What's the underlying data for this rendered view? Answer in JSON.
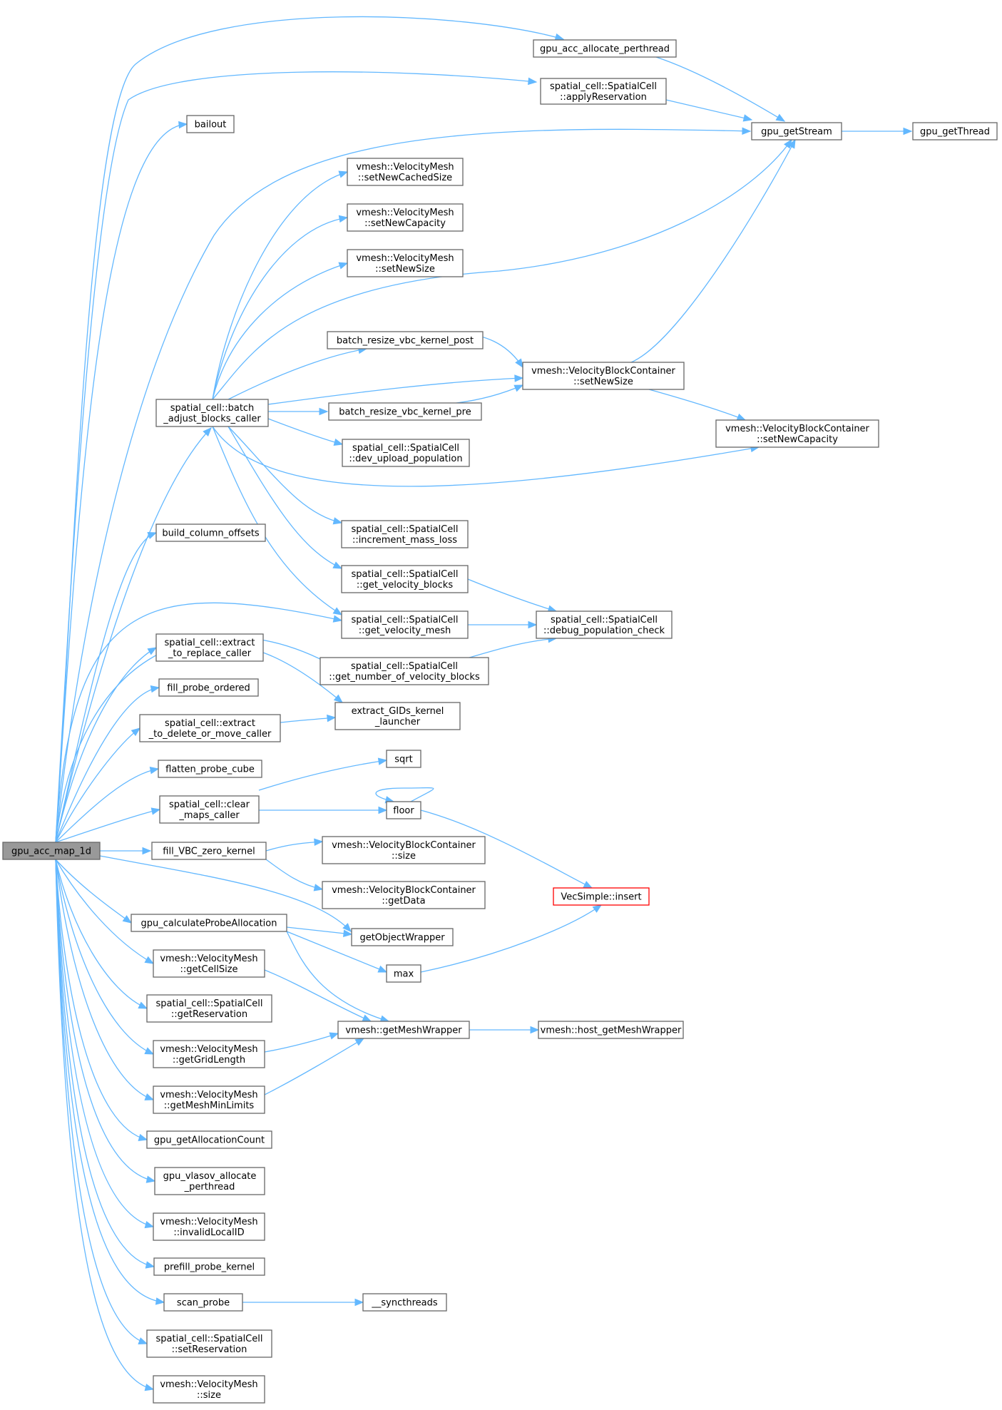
{
  "graph": {
    "colors": {
      "edge": "#63b8ff",
      "node_border": "#666666",
      "root_fill": "#999999",
      "missing_border": "#ff0000"
    },
    "nodes": [
      {
        "id": "root",
        "lines": [
          "gpu_acc_map_1d"
        ],
        "style": "root"
      },
      {
        "id": "alloc_pt",
        "lines": [
          "gpu_acc_allocate_perthread"
        ]
      },
      {
        "id": "applyRes",
        "lines": [
          "spatial_cell::SpatialCell",
          "::applyReservation"
        ]
      },
      {
        "id": "bailout",
        "lines": [
          "bailout"
        ]
      },
      {
        "id": "getStream",
        "lines": [
          "gpu_getStream"
        ]
      },
      {
        "id": "getThread",
        "lines": [
          "gpu_getThread"
        ]
      },
      {
        "id": "vm_cached",
        "lines": [
          "vmesh::VelocityMesh",
          "::setNewCachedSize"
        ]
      },
      {
        "id": "vm_cap",
        "lines": [
          "vmesh::VelocityMesh",
          "::setNewCapacity"
        ]
      },
      {
        "id": "vm_size",
        "lines": [
          "vmesh::VelocityMesh",
          "::setNewSize"
        ]
      },
      {
        "id": "brk_post",
        "lines": [
          "batch_resize_vbc_kernel_post"
        ]
      },
      {
        "id": "vbc_size",
        "lines": [
          "vmesh::VelocityBlockContainer",
          "::setNewSize"
        ]
      },
      {
        "id": "batch",
        "lines": [
          "spatial_cell::batch",
          "_adjust_blocks_caller"
        ]
      },
      {
        "id": "brk_pre",
        "lines": [
          "batch_resize_vbc_kernel_pre"
        ]
      },
      {
        "id": "vbc_cap",
        "lines": [
          "vmesh::VelocityBlockContainer",
          "::setNewCapacity"
        ]
      },
      {
        "id": "dev_upload",
        "lines": [
          "spatial_cell::SpatialCell",
          "::dev_upload_population"
        ]
      },
      {
        "id": "build_col",
        "lines": [
          "build_column_offsets"
        ]
      },
      {
        "id": "inc_mass",
        "lines": [
          "spatial_cell::SpatialCell",
          "::increment_mass_loss"
        ]
      },
      {
        "id": "get_vb",
        "lines": [
          "spatial_cell::SpatialCell",
          "::get_velocity_blocks"
        ]
      },
      {
        "id": "get_vm",
        "lines": [
          "spatial_cell::SpatialCell",
          "::get_velocity_mesh"
        ]
      },
      {
        "id": "dbg_pop",
        "lines": [
          "spatial_cell::SpatialCell",
          "::debug_population_check"
        ]
      },
      {
        "id": "ext_rep",
        "lines": [
          "spatial_cell::extract",
          "_to_replace_caller"
        ]
      },
      {
        "id": "get_num",
        "lines": [
          "spatial_cell::SpatialCell",
          "::get_number_of_velocity_blocks"
        ]
      },
      {
        "id": "fill_probe",
        "lines": [
          "fill_probe_ordered"
        ]
      },
      {
        "id": "ext_del",
        "lines": [
          "spatial_cell::extract",
          "_to_delete_or_move_caller"
        ]
      },
      {
        "id": "ext_gids",
        "lines": [
          "extract_GIDs_kernel",
          "_launcher"
        ]
      },
      {
        "id": "flatten",
        "lines": [
          "flatten_probe_cube"
        ]
      },
      {
        "id": "sqrt",
        "lines": [
          "sqrt"
        ]
      },
      {
        "id": "clear_maps",
        "lines": [
          "spatial_cell::clear",
          "_maps_caller"
        ]
      },
      {
        "id": "floor",
        "lines": [
          "floor"
        ]
      },
      {
        "id": "fill_vbc",
        "lines": [
          "fill_VBC_zero_kernel"
        ]
      },
      {
        "id": "vbc_size2",
        "lines": [
          "vmesh::VelocityBlockContainer",
          "::size"
        ]
      },
      {
        "id": "vbc_data",
        "lines": [
          "vmesh::VelocityBlockContainer",
          "::getData"
        ]
      },
      {
        "id": "vec_insert",
        "lines": [
          "VecSimple::insert"
        ],
        "style": "missing"
      },
      {
        "id": "calc_probe",
        "lines": [
          "gpu_calculateProbeAllocation"
        ]
      },
      {
        "id": "get_obj",
        "lines": [
          "getObjectWrapper"
        ]
      },
      {
        "id": "vm_cell",
        "lines": [
          "vmesh::VelocityMesh",
          "::getCellSize"
        ]
      },
      {
        "id": "max",
        "lines": [
          "max"
        ]
      },
      {
        "id": "get_res",
        "lines": [
          "spatial_cell::SpatialCell",
          "::getReservation"
        ]
      },
      {
        "id": "mesh_wr",
        "lines": [
          "vmesh::getMeshWrapper"
        ]
      },
      {
        "id": "host_mesh",
        "lines": [
          "vmesh::host_getMeshWrapper"
        ]
      },
      {
        "id": "vm_grid",
        "lines": [
          "vmesh::VelocityMesh",
          "::getGridLength"
        ]
      },
      {
        "id": "vm_min",
        "lines": [
          "vmesh::VelocityMesh",
          "::getMeshMinLimits"
        ]
      },
      {
        "id": "alloc_count",
        "lines": [
          "gpu_getAllocationCount"
        ]
      },
      {
        "id": "vlasov_alloc",
        "lines": [
          "gpu_vlasov_allocate",
          "_perthread"
        ]
      },
      {
        "id": "vm_invalid",
        "lines": [
          "vmesh::VelocityMesh",
          "::invalidLocalID"
        ]
      },
      {
        "id": "prefill",
        "lines": [
          "prefill_probe_kernel"
        ]
      },
      {
        "id": "scan",
        "lines": [
          "scan_probe"
        ]
      },
      {
        "id": "sync",
        "lines": [
          "__syncthreads"
        ]
      },
      {
        "id": "set_res",
        "lines": [
          "spatial_cell::SpatialCell",
          "::setReservation"
        ]
      },
      {
        "id": "vm_size2",
        "lines": [
          "vmesh::VelocityMesh",
          "::size"
        ]
      }
    ]
  }
}
